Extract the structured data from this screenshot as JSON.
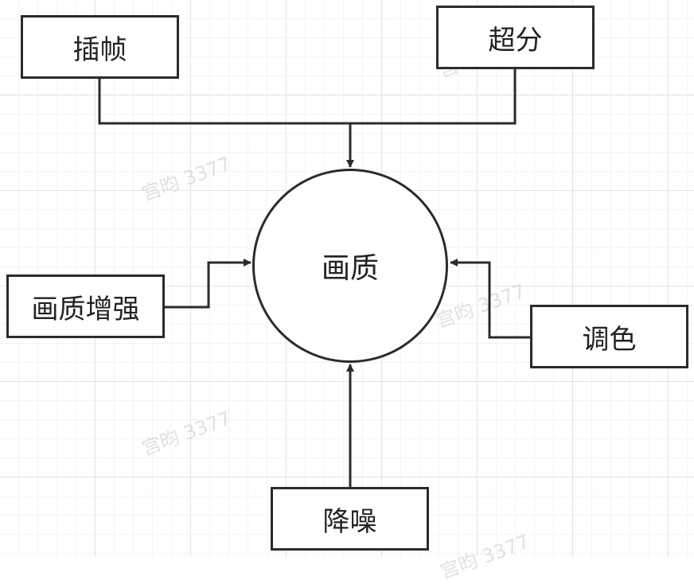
{
  "diagram": {
    "center": {
      "label": "画质"
    },
    "nodes": {
      "interpolation": {
        "label": "插帧"
      },
      "super_resolution": {
        "label": "超分"
      },
      "enhancement": {
        "label": "画质增强"
      },
      "color_grading": {
        "label": "调色"
      },
      "denoise": {
        "label": "降噪"
      }
    },
    "watermark": "宫昀 3377",
    "colors": {
      "stroke": "#2b2b2b",
      "grid": "#e4e4e4",
      "background": "#ffffff"
    }
  }
}
